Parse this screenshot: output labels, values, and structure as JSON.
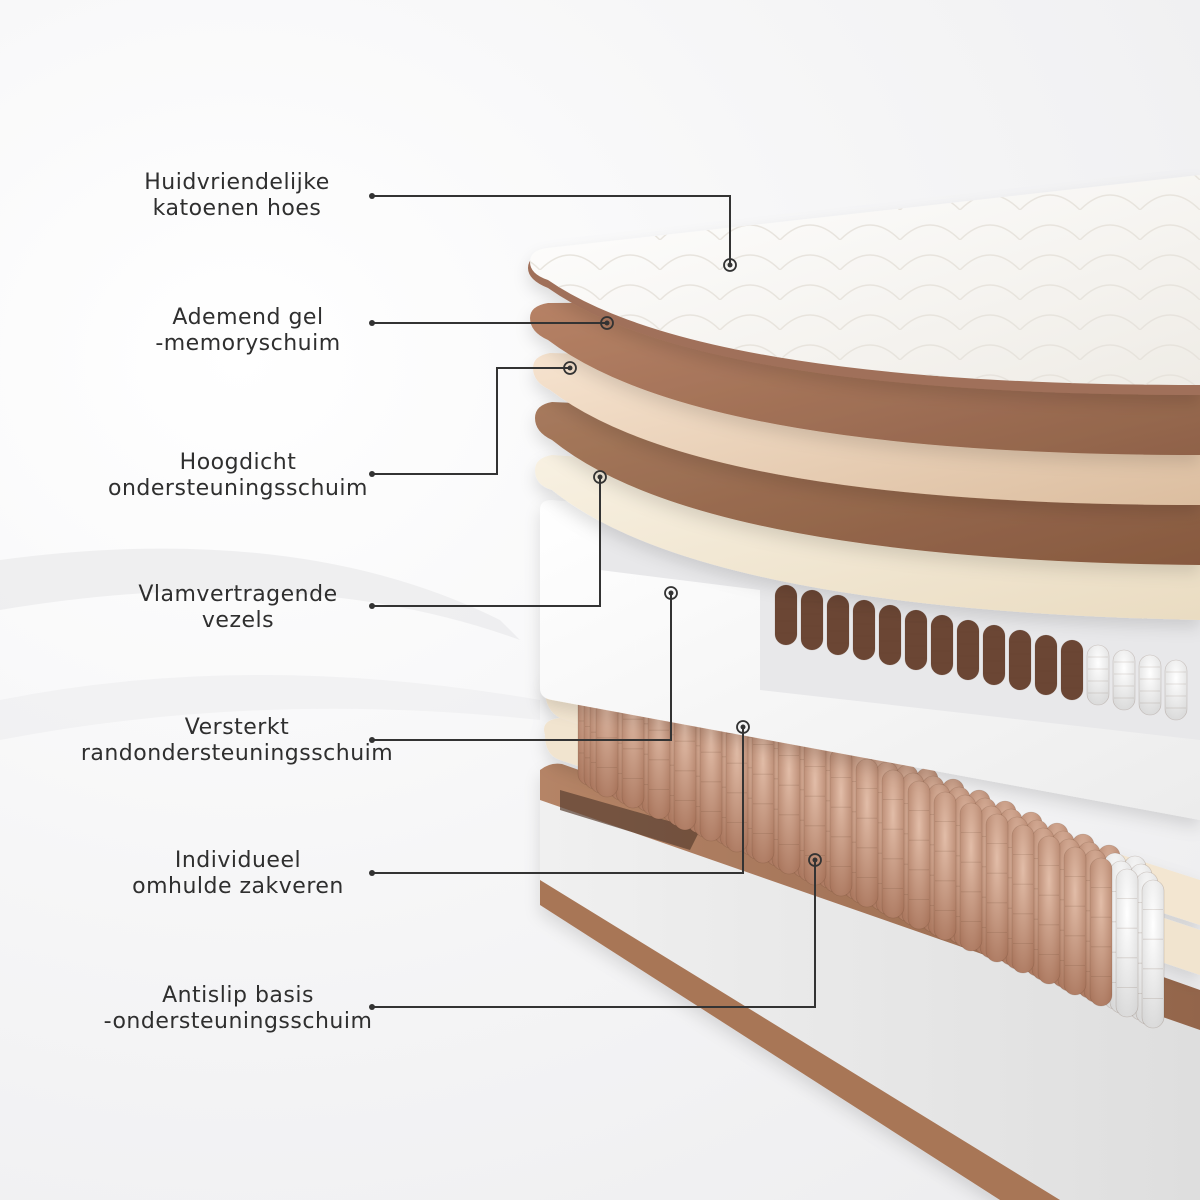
{
  "colors": {
    "text": "#2f2f2f",
    "leader": "#333333",
    "cover": "#f7f5f1",
    "gel_foam": "#a7765a",
    "hd_foam": "#ecd3b9",
    "dark_foam": "#9c6e51",
    "fiber": "#f2ead8",
    "edge_foam": "#fbfbfb",
    "spring_brown": "#c79a82",
    "spring_white": "#f2f2f2",
    "base": "#fafafa",
    "base_band": "#a87656"
  },
  "layers": [
    {
      "id": "cover",
      "line1": "Huidvriendelijke",
      "line2": "katoenen hoes"
    },
    {
      "id": "gel",
      "line1": "Ademend gel",
      "line2": "-memoryschuim"
    },
    {
      "id": "hd",
      "line1": "Hoogdicht",
      "line2": "ondersteuningsschuim"
    },
    {
      "id": "fiber",
      "line1": "Vlamvertragende",
      "line2": "vezels"
    },
    {
      "id": "edge",
      "line1": "Versterkt",
      "line2": "randondersteuningsschuim"
    },
    {
      "id": "springs",
      "line1": "Individueel",
      "line2": "omhulde zakveren"
    },
    {
      "id": "base",
      "line1": "Antislip basis",
      "line2": "-ondersteuningsschuim"
    }
  ]
}
